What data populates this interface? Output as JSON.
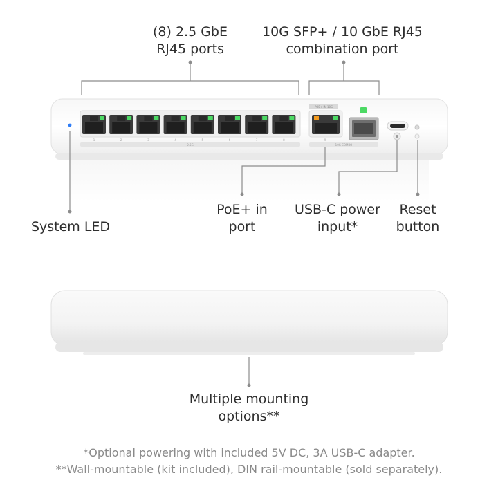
{
  "callouts": {
    "ports_line1": "(8) 2.5 GbE",
    "ports_line2": "RJ45 ports",
    "combo_line1": "10G SFP+ / 10 GbE RJ45",
    "combo_line2": "combination port",
    "system_led": "System LED",
    "poe_line1": "PoE+ in",
    "poe_line2": "port",
    "usbc_line1": "USB-C power",
    "usbc_line2": "input*",
    "reset_line1": "Reset",
    "reset_line2": "button",
    "mounting_line1": "Multiple mounting",
    "mounting_line2": "options**"
  },
  "device": {
    "port_numbers": [
      "1",
      "2",
      "3",
      "4",
      "5",
      "6",
      "7",
      "8"
    ],
    "port_group_label": "2.5G",
    "combo_top_label": "POE+ IN 10G",
    "combo_bottom_label": "10G COMBO",
    "combo_port_number": "9"
  },
  "footnotes": {
    "note1": "*Optional powering with included 5V DC, 3A USB-C adapter.",
    "note2": "**Wall-mountable (kit included), DIN rail-mountable (sold separately)."
  },
  "colors": {
    "led_green": "#4cd964",
    "led_orange": "#f39a1e",
    "status_blue": "#2f7df6",
    "callout_line": "#8c8c8c"
  }
}
